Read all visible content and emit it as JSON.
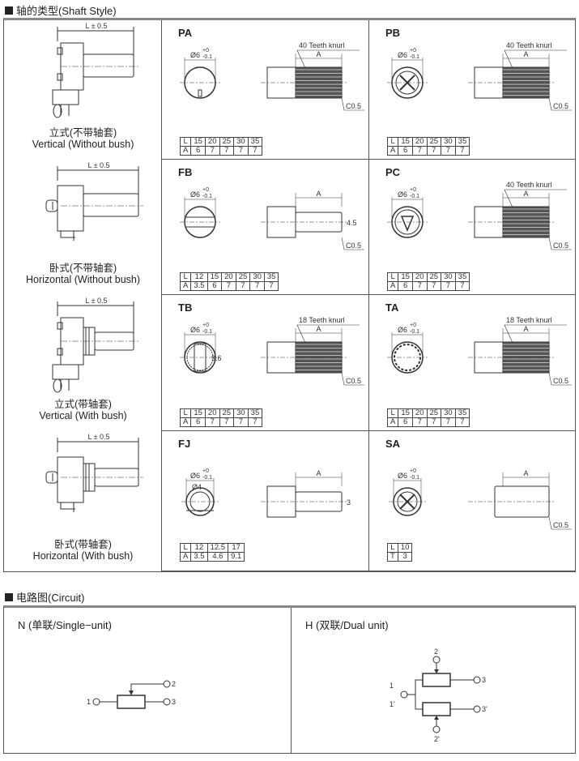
{
  "shaft_section": {
    "title": "轴的类型(Shaft Style)"
  },
  "mountings": [
    {
      "cn": "立式(不带轴套)",
      "en": "Vertical (Without bush)",
      "dim": "L ± 0.5"
    },
    {
      "cn": "卧式(不带轴套)",
      "en": "Horizontal (Without bush)",
      "dim": "L ± 0.5"
    },
    {
      "cn": "立式(带轴套)",
      "en": "Vertical (With bush)",
      "dim": "L ± 0.5"
    },
    {
      "cn": "卧式(带轴套)",
      "en": "Horizontal (With bush)",
      "dim": "L ± 0.5"
    }
  ],
  "shafts": [
    {
      "code": "PA",
      "front": "slot-bottom",
      "dia": "Ø6",
      "tol_up": "+0",
      "tol_dn": "-0.1",
      "knurl": "40 Teeth knurl",
      "a": "A",
      "chamfer": "C0.5",
      "extra": "",
      "table": [
        [
          "L",
          "15",
          "20",
          "25",
          "30",
          "35"
        ],
        [
          "A",
          "6",
          "7",
          "7",
          "7",
          "7"
        ]
      ]
    },
    {
      "code": "PB",
      "front": "cross",
      "dia": "Ø6",
      "tol_up": "+0",
      "tol_dn": "-0.1",
      "knurl": "40 Teeth knurl",
      "a": "A",
      "chamfer": "C0.5",
      "extra": "",
      "table": [
        [
          "L",
          "15",
          "20",
          "25",
          "30",
          "35"
        ],
        [
          "A",
          "6",
          "7",
          "7",
          "7",
          "7"
        ]
      ]
    },
    {
      "code": "FB",
      "front": "flat",
      "dia": "Ø6",
      "tol_up": "+0",
      "tol_dn": "-0.1",
      "knurl": "",
      "a": "A",
      "chamfer": "C0.5",
      "extra": "4.5",
      "table": [
        [
          "L",
          "12",
          "15",
          "20",
          "25",
          "30",
          "35"
        ],
        [
          "A",
          "3.5",
          "6",
          "7",
          "7",
          "7",
          "7"
        ]
      ]
    },
    {
      "code": "PC",
      "front": "triangle",
      "dia": "Ø6",
      "tol_up": "+0",
      "tol_dn": "-0.1",
      "knurl": "40 Teeth knurl",
      "a": "A",
      "chamfer": "C0.5",
      "extra": "",
      "table": [
        [
          "L",
          "15",
          "20",
          "25",
          "30",
          "35"
        ],
        [
          "A",
          "6",
          "7",
          "7",
          "7",
          "7"
        ]
      ]
    },
    {
      "code": "TB",
      "front": "slot-mid",
      "dia": "Ø6",
      "tol_up": "+0",
      "tol_dn": "-0.1",
      "knurl": "18 Teeth knurl",
      "a": "A",
      "chamfer": "C0.5",
      "extra": "3.6",
      "table": [
        [
          "L",
          "15",
          "20",
          "25",
          "30",
          "35"
        ],
        [
          "A",
          "6",
          "7",
          "7",
          "7",
          "7"
        ]
      ]
    },
    {
      "code": "TA",
      "front": "gear",
      "dia": "Ø6",
      "tol_up": "+0",
      "tol_dn": "-0.1",
      "knurl": "18 Teeth knurl",
      "a": "A",
      "chamfer": "C0.5",
      "extra": "",
      "table": [
        [
          "L",
          "15",
          "20",
          "25",
          "30",
          "35"
        ],
        [
          "A",
          "6",
          "7",
          "7",
          "7",
          "7"
        ]
      ]
    },
    {
      "code": "FJ",
      "front": "fj",
      "dia": "Ø6",
      "tol_up": "+0",
      "tol_dn": "-0.1",
      "knurl": "",
      "a": "A",
      "chamfer": "",
      "extra": "3",
      "inner": "Ø4",
      "table": [
        [
          "L",
          "12",
          "12.5",
          "17"
        ],
        [
          "A",
          "3.5",
          "4.6",
          "9.1"
        ]
      ]
    },
    {
      "code": "SA",
      "front": "cross",
      "dia": "Ø6",
      "tol_up": "+0",
      "tol_dn": "-0.1",
      "knurl": "",
      "a": "A",
      "chamfer": "C0.5",
      "extra": "",
      "table": [
        [
          "L",
          "10"
        ],
        [
          "T",
          "3"
        ]
      ]
    }
  ],
  "circuit_section": {
    "title": "电路图(Circuit)",
    "single": {
      "title": "N  (单联/Single−unit)",
      "pins": [
        "1",
        "2",
        "3"
      ]
    },
    "dual": {
      "title": "H  (双联/Dual unit)",
      "pins": [
        "1",
        "1'",
        "2",
        "2'",
        "3",
        "3'"
      ]
    }
  }
}
